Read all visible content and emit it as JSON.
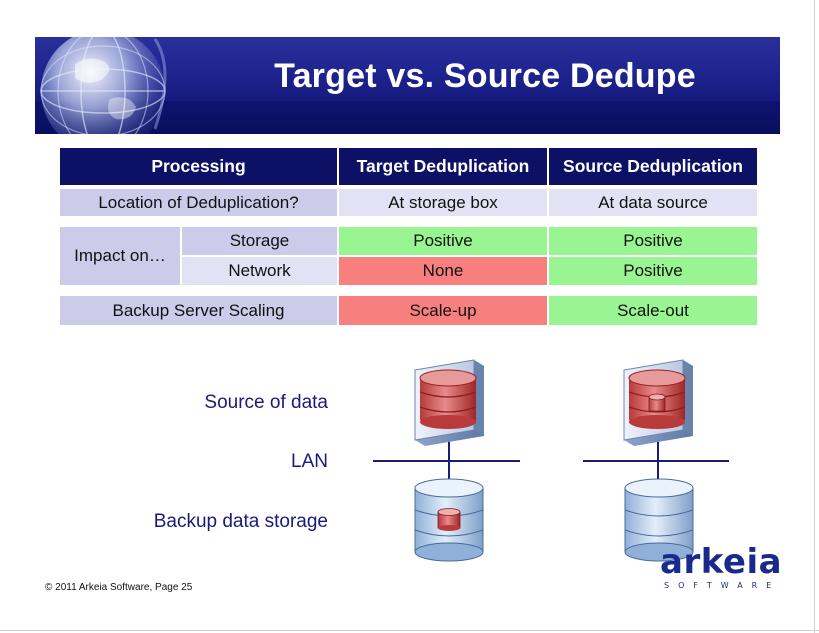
{
  "slide": {
    "title": "Target vs. Source Dedupe",
    "footer": "© 2011 Arkeia Software, Page 25"
  },
  "table": {
    "headers": [
      "Processing",
      "Target Deduplication",
      "Source Deduplication"
    ],
    "location_row": {
      "label": "Location of Deduplication?",
      "target": "At storage box",
      "source": "At data source"
    },
    "impact": {
      "label": "Impact on…",
      "storage": {
        "label": "Storage",
        "target": "Positive",
        "source": "Positive"
      },
      "network": {
        "label": "Network",
        "target": "None",
        "source": "Positive"
      }
    },
    "scaling_row": {
      "label": "Backup Server Scaling",
      "target": "Scale-up",
      "source": "Scale-out"
    },
    "colors": {
      "positive": "#99f591",
      "negative": "#f7807e",
      "header": "#0d1165"
    }
  },
  "diagram": {
    "source_label": "Source of data",
    "lan_label": "LAN",
    "storage_label": "Backup data storage"
  },
  "logo": {
    "word": "arkeia",
    "sub": "SOFTWARE"
  }
}
